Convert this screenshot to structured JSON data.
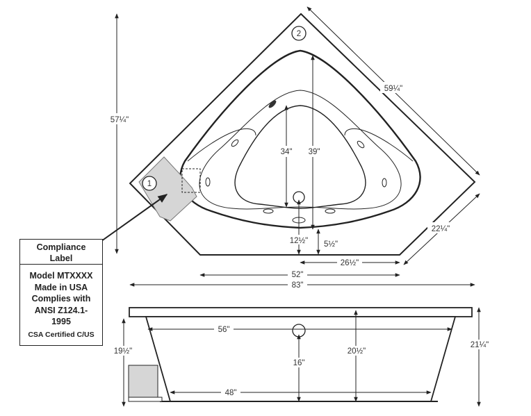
{
  "top_view": {
    "callouts": [
      "1",
      "2"
    ],
    "dims": {
      "total_height": "57¼\"",
      "diag_long": "59¼\"",
      "diag_short": "22¼\"",
      "depth_34": "34\"",
      "depth_39": "39\"",
      "dim_12_5": "12½\"",
      "dim_5_5": "5½\"",
      "dim_26_5": "26½\"",
      "width_52": "52\"",
      "width_83": "83\""
    }
  },
  "side_view": {
    "dims": {
      "top_56": "56\"",
      "bottom_48": "48\"",
      "depth_16": "16\"",
      "depth_20_5": "20½\"",
      "left_19_5": "19½\"",
      "right_21_25": "21¼\""
    }
  },
  "compliance_label": {
    "title_line1": "Compliance",
    "title_line2": "Label",
    "line1": "Model MTXXXX",
    "line2": "Made in USA",
    "line3": "Complies with",
    "line4": "ANSI Z124.1-",
    "line5": "1995",
    "line6": "CSA Certified C/US"
  }
}
